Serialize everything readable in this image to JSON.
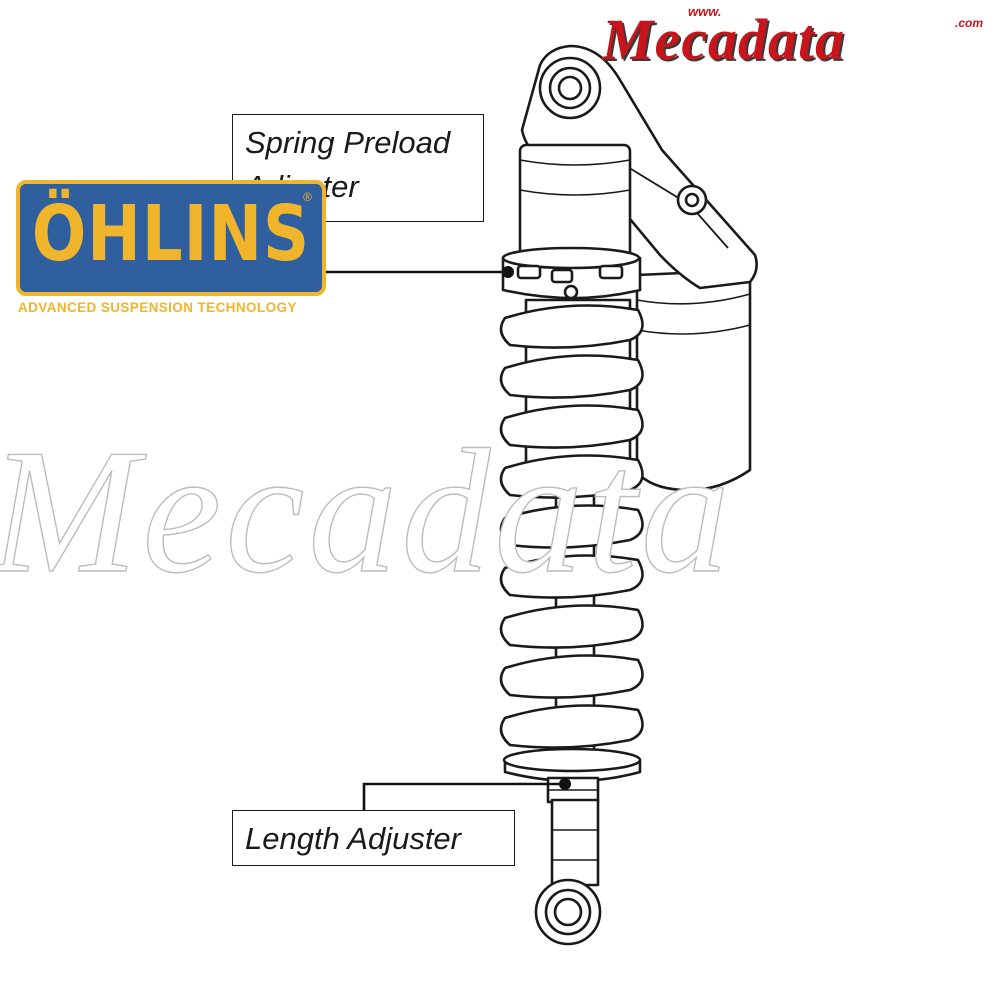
{
  "callouts": {
    "spring_preload": "Spring Preload Adjuster",
    "length": "Length Adjuster"
  },
  "logos": {
    "ohlins": {
      "wordmark": "ÖHLINS",
      "registered": "®",
      "tagline": "ADVANCED SUSPENSION TECHNOLOGY",
      "colors": {
        "background": "#2f5f9e",
        "lettering": "#f0b52a"
      }
    },
    "mecadata": {
      "wordmark": "Mecadata",
      "prefix": "www.",
      "suffix": ".com",
      "color": "#c8151b"
    }
  },
  "watermark": "Mecadata",
  "icons": [
    "shock-absorber-illustration",
    "ohlins-logo",
    "mecadata-logo"
  ]
}
